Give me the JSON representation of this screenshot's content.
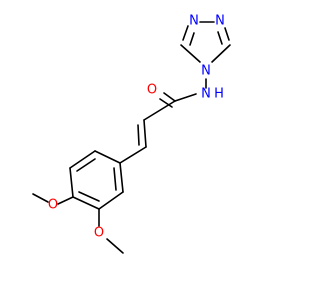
{
  "molecule": {
    "atom_labels": {
      "n1": "N",
      "n2": "N",
      "n4": "N",
      "nh": "N",
      "h": "H",
      "o_carbonyl": "O",
      "o_ome1": "O",
      "o_ome2": "O"
    },
    "colors": {
      "carbon": "#000000",
      "nitrogen": "#0000ff",
      "oxygen": "#ff0000"
    }
  }
}
